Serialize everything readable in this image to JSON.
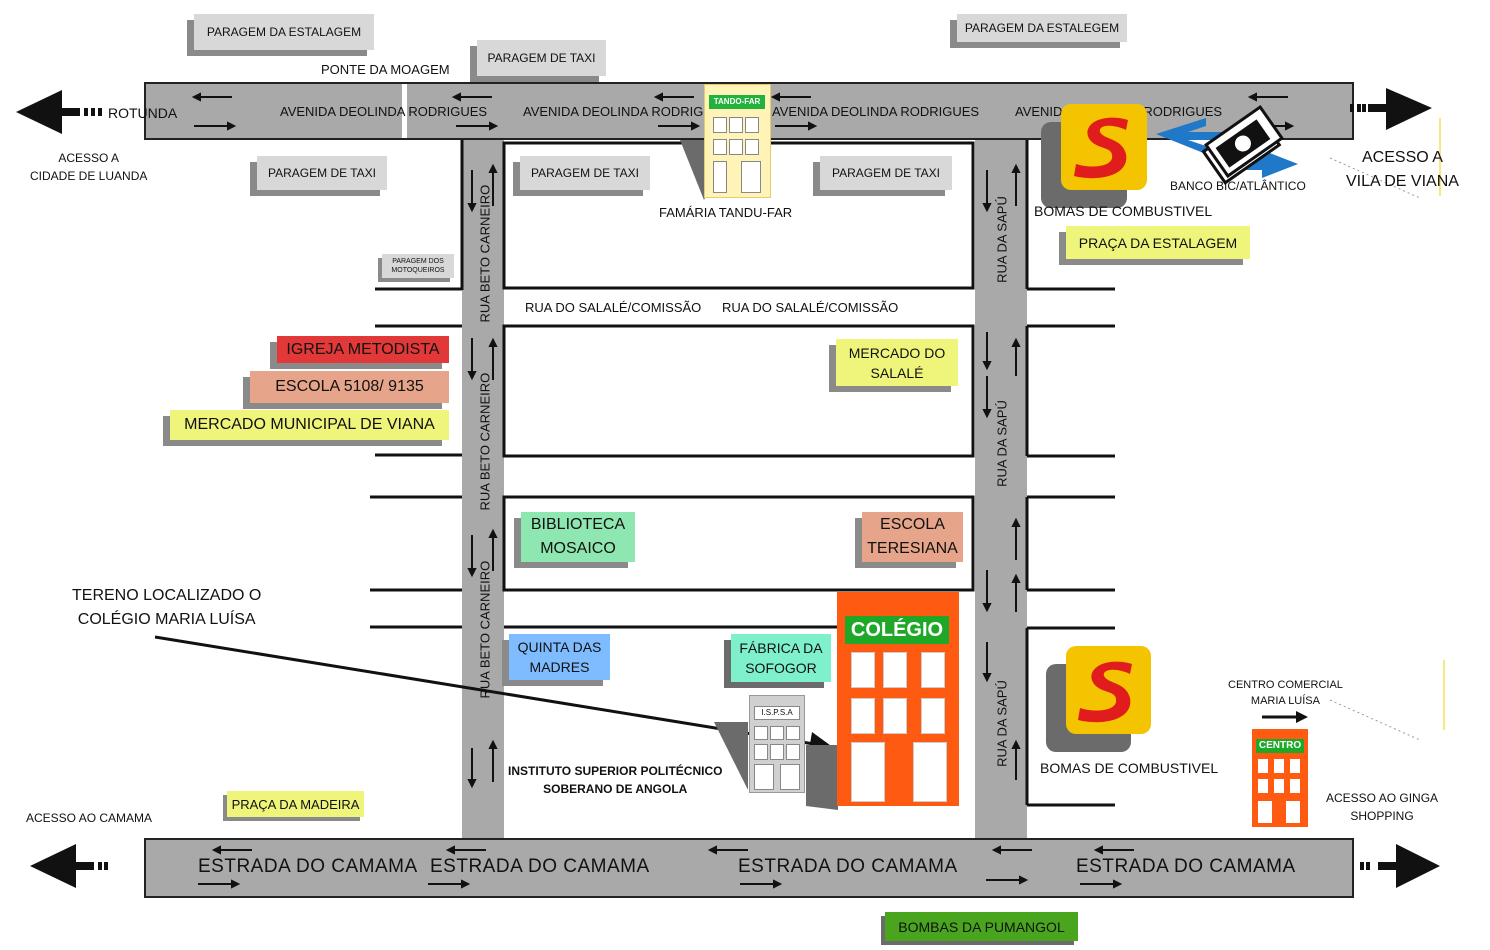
{
  "top_road": {
    "labels": [
      "ROTUNDA",
      "AVENIDA DEOLINDA RODRIGUES",
      "AVENIDA DEOLINDA RODRIGUES",
      "AVENIDA DEOLINDA RODRIGUES",
      "AVENIDA DEOLINDA RODRIGUES"
    ],
    "above": "PONTE DA MOAGEM"
  },
  "bottom_road": {
    "labels": [
      "ESTRADA DO CAMAMA",
      "ESTRADA DO CAMAMA",
      "ESTRADA DO CAMAMA",
      "ESTRADA DO CAMAMA"
    ]
  },
  "streets": {
    "beto": [
      "RUA BETO CARNEIRO",
      "RUA BETO CARNEIRO",
      "RUA BETO CARNEIRO"
    ],
    "sapu": [
      "RUA DA SAPÚ",
      "RUA DA SAPÚ",
      "RUA DA SAPÚ"
    ],
    "salale": [
      "RUA DO SALALÉ/COMISSÃO",
      "RUA DO SALALÉ/COMISSÃO"
    ]
  },
  "access": {
    "luanda": "ACESSO A\nCIDADE DE LUANDA",
    "viana": "ACESSO A\nVILA DE VIANA",
    "camama": "ACESSO AO CAMAMA",
    "ginga": "ACESSO AO GINGA\nSHOPPING"
  },
  "stops": {
    "estalagem_left": "PARAGEM DA ESTALAGEM",
    "taxi_top": "PARAGEM DE TAXI",
    "estalegem_right": "PARAGEM DA ESTALEGEM",
    "taxi_1": "PARAGEM DE TAXI",
    "taxi_2": "PARAGEM DE TAXI",
    "taxi_3": "PARAGEM DE TAXI",
    "moto": "PARAGEM DOS\nMOTOQUEIROS"
  },
  "places": {
    "farmacia_sign": "TANDO-FAR",
    "farmacia": "FAMÁRIA TANDU-FAR",
    "banco": "BANCO BIC/ATLÂNTICO",
    "bombas_top": "BOMAS DE COMBUSTIVEL",
    "praca_estalagem": "PRAÇA DA ESTALAGEM",
    "igreja": "IGREJA METODISTA",
    "escola_5108": "ESCOLA 5108/ 9135",
    "mercado_viana": "MERCADO MUNICIPAL DE VIANA",
    "mercado_salale": "MERCADO DO\nSALALÉ",
    "biblioteca": "BIBLIOTECA\nMOSAICO",
    "teresiana": "ESCOLA\nTERESIANA",
    "terreno": "TERENO LOCALIZADO O\nCOLÉGIO MARIA LUÍSA",
    "quinta": "QUINTA DAS\nMADRES",
    "sofogor": "FÁBRICA DA\nSOFOGOR",
    "colegio": "COLÉGIO",
    "ispsa_sign": "I.S.P.S.A",
    "ispsa": "INSTITUTO SUPERIOR POLITÉCNICO\nSOBERANO DE ANGOLA",
    "bombas_bottom": "BOMAS DE COMBUSTIVEL",
    "centro_comercial": "CENTRO COMERCIAL\nMARIA LUÍSA",
    "centro_sign": "CENTRO",
    "praca_madeira": "PRAÇA DA MADEIRA",
    "pumangol": "BOMBAS DA PUMANGOL"
  },
  "colors": {
    "road": "#a9a9a9",
    "igreja": "#e23838",
    "escola": "#e6a58a",
    "yellow": "#eef57a",
    "green_light": "#8ee6b0",
    "blue": "#7fbcff",
    "teal": "#7ef0cc",
    "orange": "#ff5a12",
    "shell": "#f5c400",
    "pumangol": "#4aa51e"
  }
}
